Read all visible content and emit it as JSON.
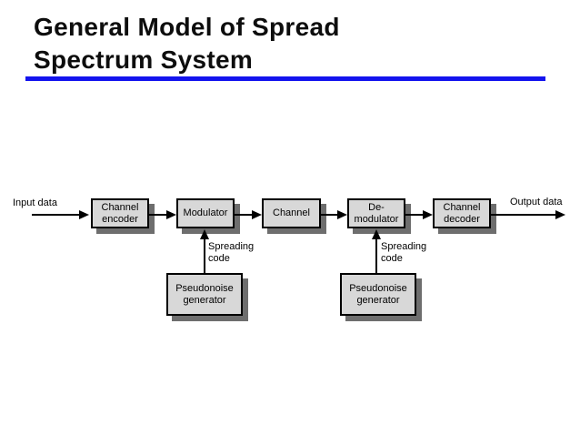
{
  "slide": {
    "title_line1": "General Model of Spread",
    "title_line2": "Spectrum System",
    "accent_color": "#1414ee",
    "box_fill_color": "#d8d8d8",
    "box_shadow_color": "#6e6e6e"
  },
  "diagram": {
    "input_label": "Input data",
    "output_label": "Output data",
    "boxes": {
      "channel_encoder": "Channel\nencoder",
      "modulator": "Modulator",
      "channel": "Channel",
      "demodulator": "De-\nmodulator",
      "channel_decoder": "Channel\ndecoder",
      "pn_generator_left": "Pseudonoise\ngenerator",
      "pn_generator_right": "Pseudonoise\ngenerator"
    },
    "spreading_code_left": "Spreading\ncode",
    "spreading_code_right": "Spreading\ncode"
  }
}
